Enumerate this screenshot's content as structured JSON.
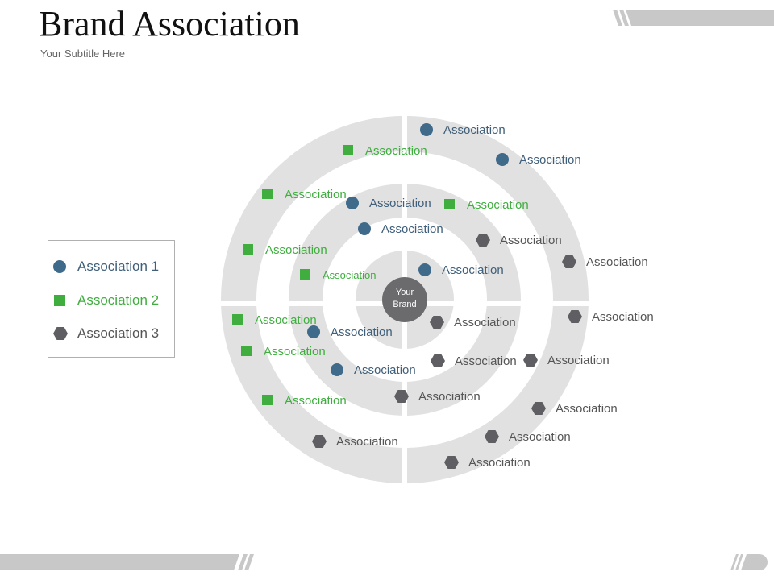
{
  "header": {
    "title": "Brand Association",
    "subtitle": "Your Subtitle Here"
  },
  "colors": {
    "ring": "#e1e1e1",
    "hub": "#6b6b6e",
    "association_1": "#3f6a8a",
    "association_2": "#3fae3f",
    "association_3": "#5f5f63",
    "text_1": "#3f5f7a",
    "text_2": "#3fae3f",
    "text_3": "#555555"
  },
  "center": {
    "line1": "Your",
    "line2": "Brand"
  },
  "legend": [
    {
      "label": "Association 1",
      "shape": "circle",
      "icon": "circle-icon"
    },
    {
      "label": "Association 2",
      "shape": "square",
      "icon": "square-icon"
    },
    {
      "label": "Association 3",
      "shape": "hexagon",
      "icon": "hexagon-icon"
    }
  ],
  "associations": [
    {
      "label": "Association",
      "group": 1,
      "ring": "outer",
      "quadrant": "top-right"
    },
    {
      "label": "Association",
      "group": 1,
      "ring": "outer",
      "quadrant": "top-right"
    },
    {
      "label": "Association",
      "group": 2,
      "ring": "outer",
      "quadrant": "top-left"
    },
    {
      "label": "Association",
      "group": 2,
      "ring": "outer",
      "quadrant": "top-left"
    },
    {
      "label": "Association",
      "group": 1,
      "ring": "middle",
      "quadrant": "top-left"
    },
    {
      "label": "Association",
      "group": 2,
      "ring": "middle",
      "quadrant": "top-right"
    },
    {
      "label": "Association",
      "group": 1,
      "ring": "middle",
      "quadrant": "top-left"
    },
    {
      "label": "Association",
      "group": 3,
      "ring": "middle",
      "quadrant": "top-right"
    },
    {
      "label": "Association",
      "group": 2,
      "ring": "outer",
      "quadrant": "top-left"
    },
    {
      "label": "Association",
      "group": 3,
      "ring": "outer",
      "quadrant": "top-right"
    },
    {
      "label": "Association",
      "group": 1,
      "ring": "inner",
      "quadrant": "top-right"
    },
    {
      "label": "Association",
      "group": 2,
      "ring": "middle",
      "quadrant": "top-left"
    },
    {
      "label": "Association",
      "group": 3,
      "ring": "outer",
      "quadrant": "bottom-right"
    },
    {
      "label": "Association",
      "group": 2,
      "ring": "outer",
      "quadrant": "bottom-left"
    },
    {
      "label": "Association",
      "group": 3,
      "ring": "inner",
      "quadrant": "bottom-right"
    },
    {
      "label": "Association",
      "group": 1,
      "ring": "middle",
      "quadrant": "bottom-left"
    },
    {
      "label": "Association",
      "group": 2,
      "ring": "outer",
      "quadrant": "bottom-left"
    },
    {
      "label": "Association",
      "group": 3,
      "ring": "outer",
      "quadrant": "bottom-right"
    },
    {
      "label": "Association",
      "group": 3,
      "ring": "middle",
      "quadrant": "bottom-right"
    },
    {
      "label": "Association",
      "group": 1,
      "ring": "middle",
      "quadrant": "bottom-left"
    },
    {
      "label": "Association",
      "group": 3,
      "ring": "middle",
      "quadrant": "bottom-right"
    },
    {
      "label": "Association",
      "group": 2,
      "ring": "outer",
      "quadrant": "bottom-left"
    },
    {
      "label": "Association",
      "group": 3,
      "ring": "outer",
      "quadrant": "bottom-right"
    },
    {
      "label": "Association",
      "group": 3,
      "ring": "outer",
      "quadrant": "bottom-right"
    },
    {
      "label": "Association",
      "group": 3,
      "ring": "outer",
      "quadrant": "bottom-left"
    },
    {
      "label": "Association",
      "group": 3,
      "ring": "outer",
      "quadrant": "bottom-right"
    }
  ]
}
